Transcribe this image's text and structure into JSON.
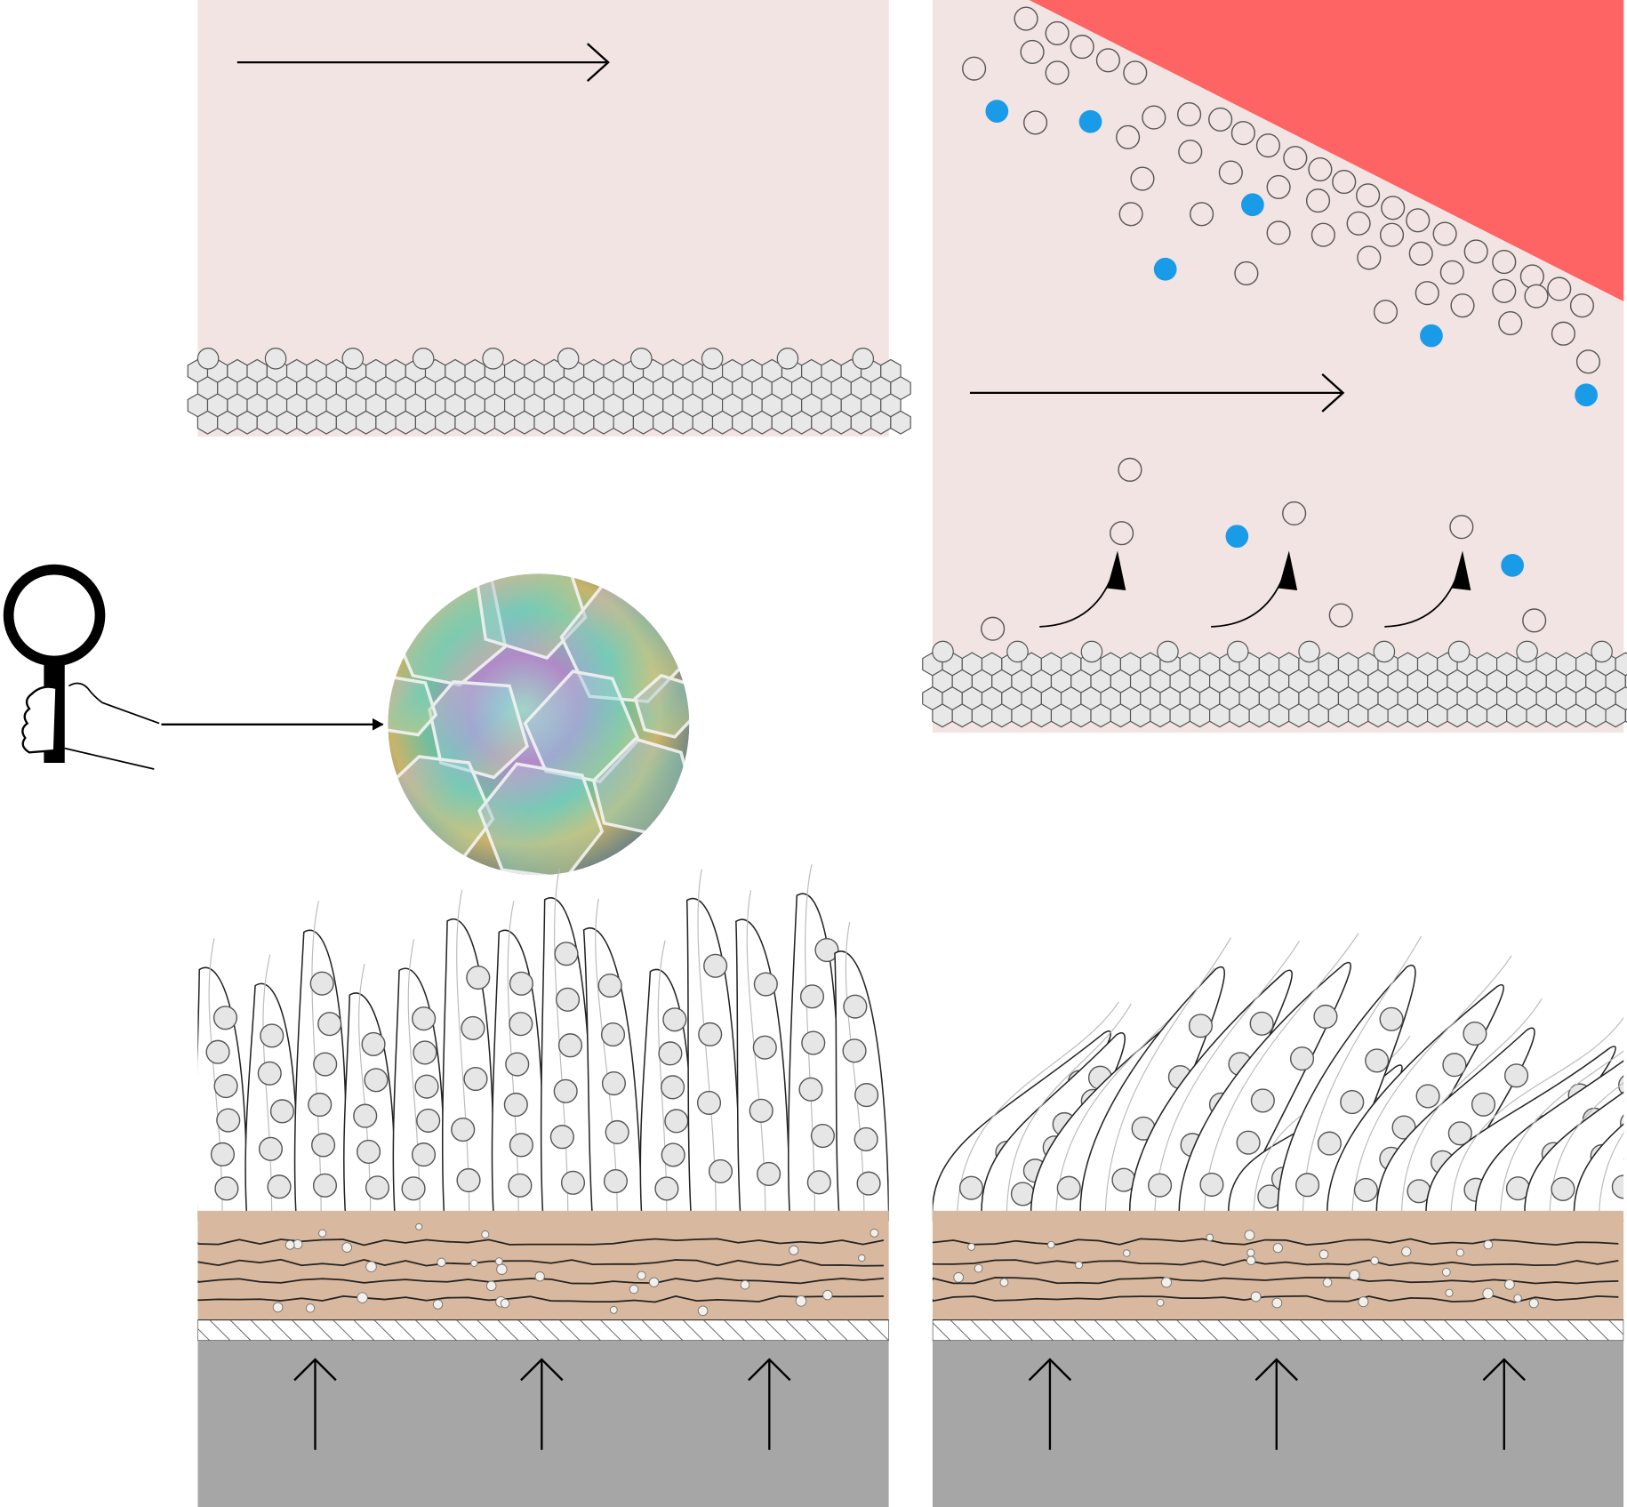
{
  "colors": {
    "fluid_background": "#f2e4e3",
    "hot_wedge": "#fe6464",
    "bubble_fill": "#e6e6e6",
    "bubble_stroke": "#555555",
    "blue_particle": "#1a9be8",
    "deposit_layer": "#d8b89e",
    "substrate": "#a6a6a6",
    "hex_fill": "#e8e8e8"
  },
  "panels": [
    {
      "id": "top-left",
      "flow_arrow": "right"
    },
    {
      "id": "top-right",
      "flow_arrow": "right",
      "detachment_arrows": 3
    },
    {
      "id": "bottom-left",
      "heat_arrows": 3,
      "fiber_orientation": "vertical"
    },
    {
      "id": "bottom-right",
      "heat_arrows": 3,
      "fiber_orientation": "tilted"
    }
  ],
  "icons": {
    "magnifier": "magnifying-glass-in-hand-icon",
    "zoom_photo": "iridescent-foam-micrograph"
  }
}
